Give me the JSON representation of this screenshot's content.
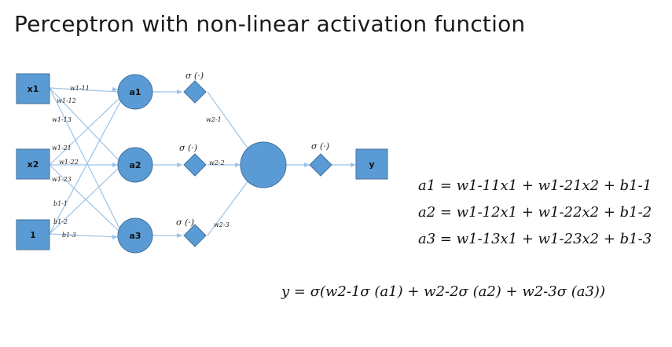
{
  "title": "Perceptron with non-linear activation function",
  "colors": {
    "node_fill": "#5b9bd5",
    "node_stroke": "#41719c",
    "edge": "#9dc3e6"
  },
  "inputs": [
    {
      "label": "x1"
    },
    {
      "label": "x2"
    },
    {
      "label": "1"
    }
  ],
  "hidden": [
    {
      "label": "a1"
    },
    {
      "label": "a2"
    },
    {
      "label": "a3"
    }
  ],
  "output": {
    "label": "y"
  },
  "activation_symbol": "σ (·)",
  "weights_layer1": [
    "w1-11",
    "w1-12",
    "w1-13",
    "w1-21",
    "w1-22",
    "w1-23",
    "b1-1",
    "b1-2",
    "b1-3"
  ],
  "weights_layer2": [
    "w2-1",
    "w2-2",
    "w2-3"
  ],
  "equations": [
    "a1 = w1-11x1 + w1-21x2 + b1-1",
    "a2 = w1-12x1 + w1-22x2 + b1-2",
    "a3 = w1-13x1 + w1-23x2 + b1-3"
  ],
  "output_equation": "y = σ(w2-1σ (a1) + w2-2σ (a2) + w2-3σ (a3))"
}
